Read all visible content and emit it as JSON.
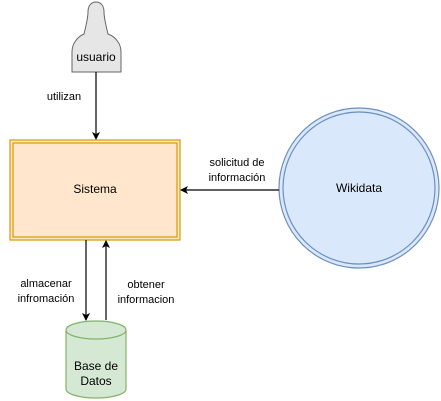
{
  "nodes": {
    "actor": {
      "label": "usuario"
    },
    "system": {
      "label": "Sistema"
    },
    "wikidata": {
      "label": "Wikidata"
    },
    "database": {
      "label_lines": [
        "Base de",
        "Datos"
      ]
    }
  },
  "edges": {
    "actor_to_system": {
      "label": "utilizan"
    },
    "wikidata_to_system": {
      "label_lines": [
        "solicitud de",
        "información"
      ]
    },
    "system_to_db": {
      "label_lines": [
        "almacenar",
        "infromación"
      ]
    },
    "db_to_system": {
      "label_lines": [
        "obtener",
        "informacion"
      ]
    }
  },
  "colors": {
    "system_fill": "#ffe6cc",
    "system_stroke": "#d79b00",
    "wikidata_fill": "#dae8fc",
    "wikidata_stroke": "#6c8ebf",
    "database_fill": "#d5e8d4",
    "database_stroke": "#82b366",
    "actor_fill": "#e6e6e6",
    "actor_stroke": "#666666",
    "edge": "#000000"
  }
}
